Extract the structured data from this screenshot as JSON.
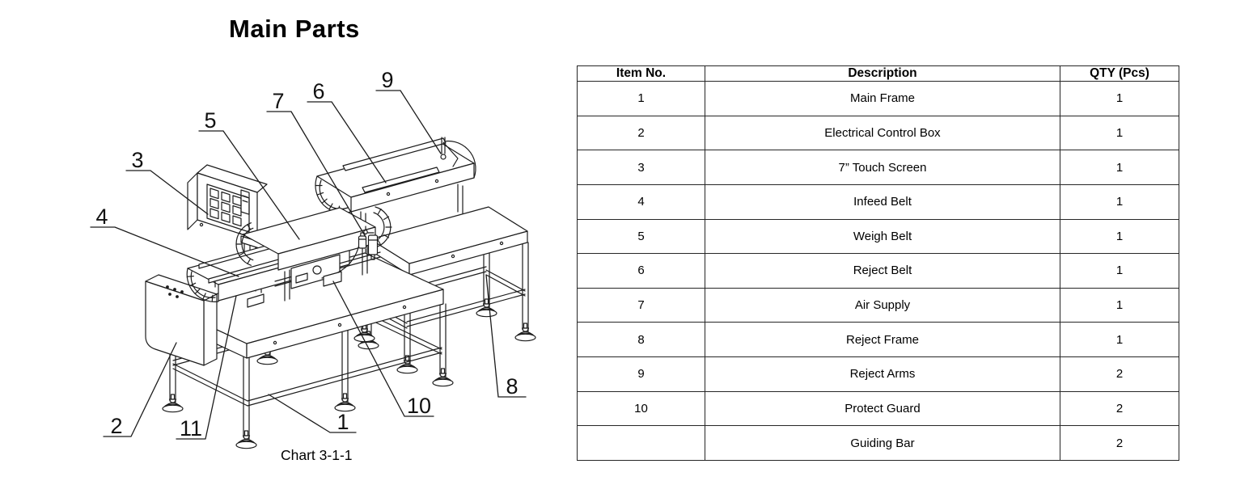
{
  "title": "Main Parts",
  "diagram": {
    "caption": "Chart 3-1-1",
    "machine": "checkweigher isometric line drawing",
    "callouts": {
      "n1": "1",
      "n2": "2",
      "n3": "3",
      "n4": "4",
      "n5": "5",
      "n6": "6",
      "n7": "7",
      "n8": "8",
      "n9": "9",
      "n10": "10",
      "n11": "11"
    }
  },
  "table": {
    "columns": [
      "Item No.",
      "Description",
      "QTY (Pcs)"
    ],
    "rows": [
      [
        "1",
        "Main Frame",
        "1"
      ],
      [
        "2",
        "Electrical Control Box",
        "1"
      ],
      [
        "3",
        "7” Touch Screen",
        "1"
      ],
      [
        "4",
        "Infeed Belt",
        "1"
      ],
      [
        "5",
        "Weigh Belt",
        "1"
      ],
      [
        "6",
        "Reject Belt",
        "1"
      ],
      [
        "7",
        "Air Supply",
        "1"
      ],
      [
        "8",
        "Reject Frame",
        "1"
      ],
      [
        "9",
        "Reject Arms",
        "2"
      ],
      [
        "10",
        "Protect Guard",
        "2"
      ],
      [
        "",
        "Guiding Bar",
        "2"
      ]
    ]
  }
}
